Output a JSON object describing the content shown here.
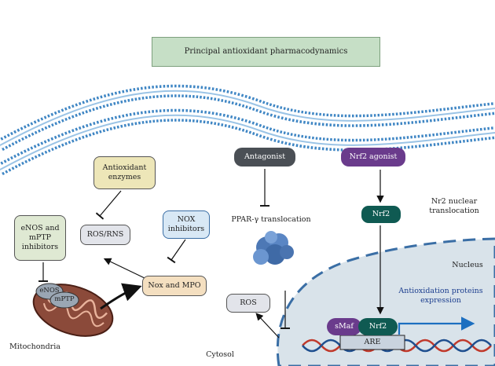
{
  "title": "Principal antioxidant pharmacodynamics",
  "nodes": {
    "antioxidant_enzymes": "Antioxidant enzymes",
    "ros_rns": "ROS/RNS",
    "nox_inhibitors": "NOX inhibitors",
    "enos_mptp_inhibitors": "eNOS and mPTP inhibitors",
    "nox_mpo": "Nox and MPO",
    "antagonist": "Antagonist",
    "ppar_translocation": "PPAR-γ translocation",
    "nrf2_agonist": "Nrf2 agonist",
    "nrf2": "Nrf2",
    "nr2_nuclear_translocation": "Nr2 nuclear translocation",
    "nucleus": "Nucleus",
    "antioxidation_proteins": "Antioxidation proteins expression",
    "ros": "ROS",
    "smaf": "sMaf",
    "nrf2_bound": "Nrf2",
    "are": "ARE",
    "enos": "eNOS",
    "mptp": "mPTP",
    "mitochondria": "Mitochondria",
    "cytosol": "Cytosol"
  },
  "colors": {
    "title_fill": "#c6dfc6",
    "antioxidant_enzymes_fill": "#ede6b8",
    "ros_rns_fill": "#e2e4ea",
    "nox_inhibitors_fill": "#d8e8f5",
    "enos_mptp_inhibitors_fill": "#dfe9d3",
    "nox_mpo_fill": "#f4dfc0",
    "antagonist_fill": "#4a4f55",
    "nrf2_agonist_fill": "#6a3b8c",
    "nrf2_fill": "#0f5a52",
    "smaf_fill": "#6a3b8c",
    "nucleus_fill": "#d9e3ea",
    "membrane": "#3f86c4",
    "protein_label": "#1d3f8f"
  }
}
